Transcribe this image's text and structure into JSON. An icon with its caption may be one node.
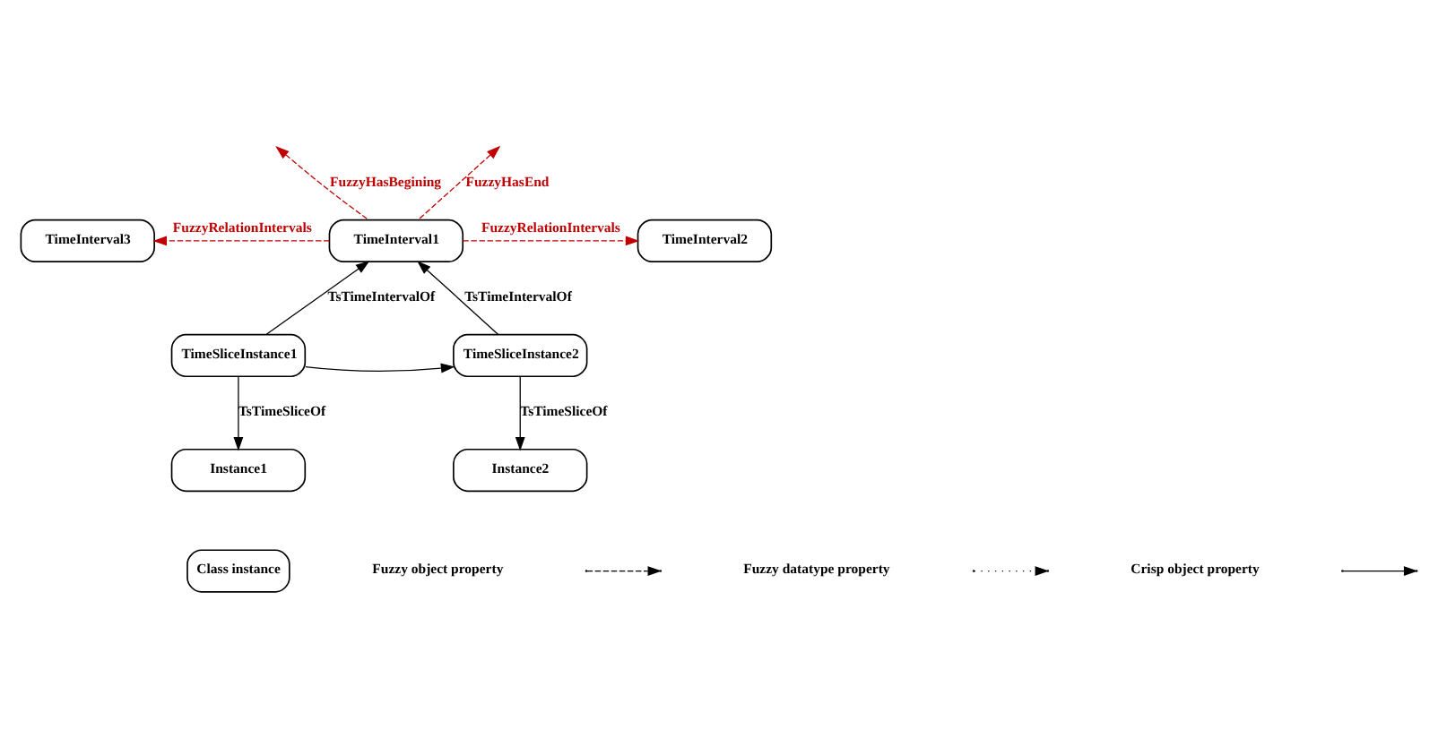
{
  "diagram": {
    "nodes": [
      {
        "text": [
          "TimeInterval3"
        ]
      },
      {
        "text": [
          "TimeInterval1"
        ]
      },
      {
        "text": [
          "TimeInterval2"
        ]
      },
      {
        "text": [
          "TimeSliceInstance1"
        ]
      },
      {
        "text": [
          "TimeSliceInstance2"
        ]
      },
      {
        "text": [
          "Instance1"
        ]
      },
      {
        "text": [
          "Instance2"
        ]
      }
    ],
    "edges": [
      {
        "from": 1,
        "to": null,
        "arrow": "to",
        "label": "FuzzyHasBegining",
        "style": "dashed",
        "color": "#c00000"
      },
      {
        "from": 1,
        "to": null,
        "arrow": "to",
        "label": "FuzzyHasEnd",
        "style": "dashed",
        "color": "#c00000"
      },
      {
        "from": 1,
        "to": 0,
        "arrow": "to",
        "label": "FuzzyRelationIntervals",
        "style": "dashed",
        "color": "#c00000"
      },
      {
        "from": 1,
        "to": 2,
        "arrow": "to",
        "label": "FuzzyRelationIntervals",
        "style": "dashed",
        "color": "#c00000"
      },
      {
        "from": 3,
        "to": 1,
        "arrow": "to",
        "label": "TsTimeIntervalOf"
      },
      {
        "from": 4,
        "to": 1,
        "arrow": "to",
        "label": "TsTimeIntervalOf"
      },
      {
        "from": 3,
        "to": 4,
        "arrow": "to"
      },
      {
        "from": 3,
        "to": 5,
        "arrow": "to",
        "label": "TsTimeSliceOf"
      },
      {
        "from": 4,
        "to": 6,
        "arrow": "to",
        "label": "TsTimeSliceOf"
      }
    ],
    "legend": [
      {
        "text": "Class instance"
      },
      {
        "text": "Fuzzy object property"
      },
      {
        "text": "Fuzzy datatype property"
      },
      {
        "text": "Crisp object property"
      }
    ]
  }
}
